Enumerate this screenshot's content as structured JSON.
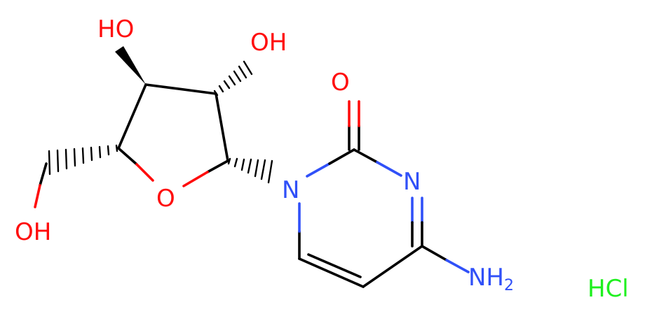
{
  "molecule": {
    "atoms": {
      "oh_c3": "HO",
      "oh_c2": "OH",
      "oh_c5": "OH",
      "ring_o": "O",
      "carbonyl_o": "O",
      "n1": "N",
      "n3": "N",
      "amine_n": "NH",
      "amine_sub": "2",
      "salt": "HCl"
    },
    "colors": {
      "carbon_bond": "#000000",
      "oxygen": "#ff0d0d",
      "nitrogen": "#3050f8",
      "chlorine": "#1ff01f"
    }
  }
}
